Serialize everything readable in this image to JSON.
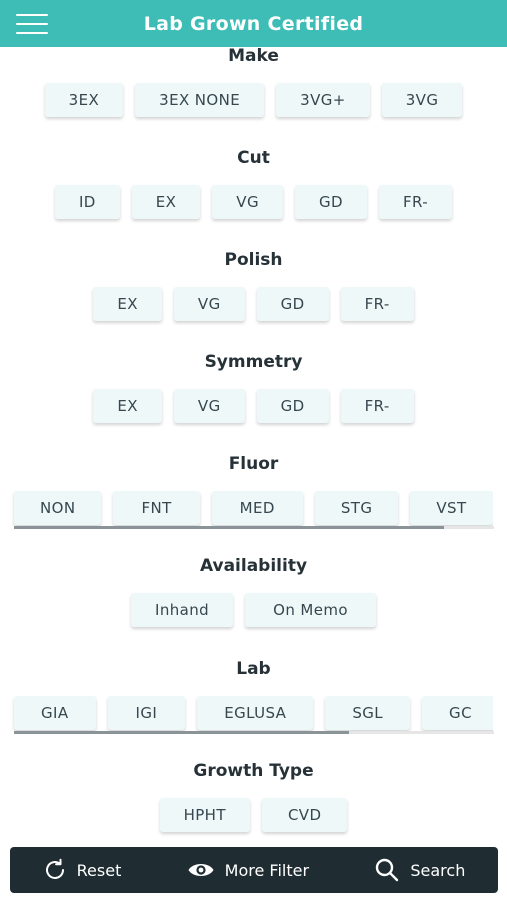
{
  "header": {
    "title": "Lab Grown Certified",
    "menu_icon": "hamburger-menu-icon"
  },
  "sections": [
    {
      "id": "make",
      "title": "Make",
      "options": [
        "3EX",
        "3EX NONE",
        "3VG+",
        "3VG"
      ]
    },
    {
      "id": "cut",
      "title": "Cut",
      "options": [
        "ID",
        "EX",
        "VG",
        "GD",
        "FR-"
      ]
    },
    {
      "id": "polish",
      "title": "Polish",
      "options": [
        "EX",
        "VG",
        "GD",
        "FR-"
      ]
    },
    {
      "id": "symmetry",
      "title": "Symmetry",
      "options": [
        "EX",
        "VG",
        "GD",
        "FR-"
      ]
    },
    {
      "id": "fluor",
      "title": "Fluor",
      "options": [
        "NON",
        "FNT",
        "MED",
        "STG",
        "VST"
      ]
    },
    {
      "id": "availability",
      "title": "Availability",
      "options": [
        "Inhand",
        "On Memo"
      ]
    },
    {
      "id": "lab",
      "title": "Lab",
      "options": [
        "GIA",
        "IGI",
        "EGLUSA",
        "SGL",
        "GC"
      ]
    },
    {
      "id": "growth-type",
      "title": "Growth Type",
      "options": [
        "HPHT",
        "CVD"
      ]
    }
  ],
  "bottom_bar": {
    "reset": {
      "label": "Reset",
      "icon": "refresh-icon"
    },
    "more_filter": {
      "label": "More Filter",
      "icon": "eye-icon"
    },
    "search": {
      "label": "Search",
      "icon": "search-icon"
    }
  },
  "colors": {
    "header": "#3dbdb6",
    "chip_bg": "#eef8f9",
    "bottom_bar": "#1f2d33"
  }
}
